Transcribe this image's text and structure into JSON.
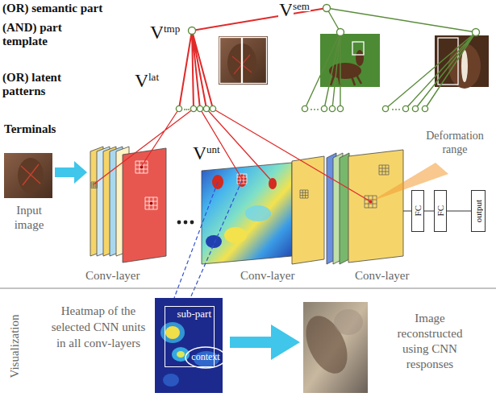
{
  "diagram": {
    "nodes": [
      {
        "text": [
          "FC"
        ]
      },
      {
        "text": [
          "FC"
        ]
      },
      {
        "text": [
          "output"
        ]
      },
      {
        "text": [
          "sub-part"
        ]
      },
      {
        "text": [
          "context"
        ]
      }
    ],
    "edges": [
      {
        "from": 0,
        "to": 1,
        "arrow": "none"
      },
      {
        "from": 1,
        "to": 2,
        "arrow": "none"
      }
    ],
    "labels": [
      "(OR) semantic part",
      "V",
      "sem",
      "(AND) part template",
      "V",
      "tmp",
      "(OR) latent patterns",
      "V",
      "lat",
      "Terminals",
      "V",
      "unt",
      "Input image",
      "Conv-layer",
      "Conv-layer",
      "Conv-layer",
      "Deformation range",
      "Visualization",
      "Heatmap of the selected CNN units in all conv-layers",
      "Image reconstructed using CNN responses"
    ]
  }
}
